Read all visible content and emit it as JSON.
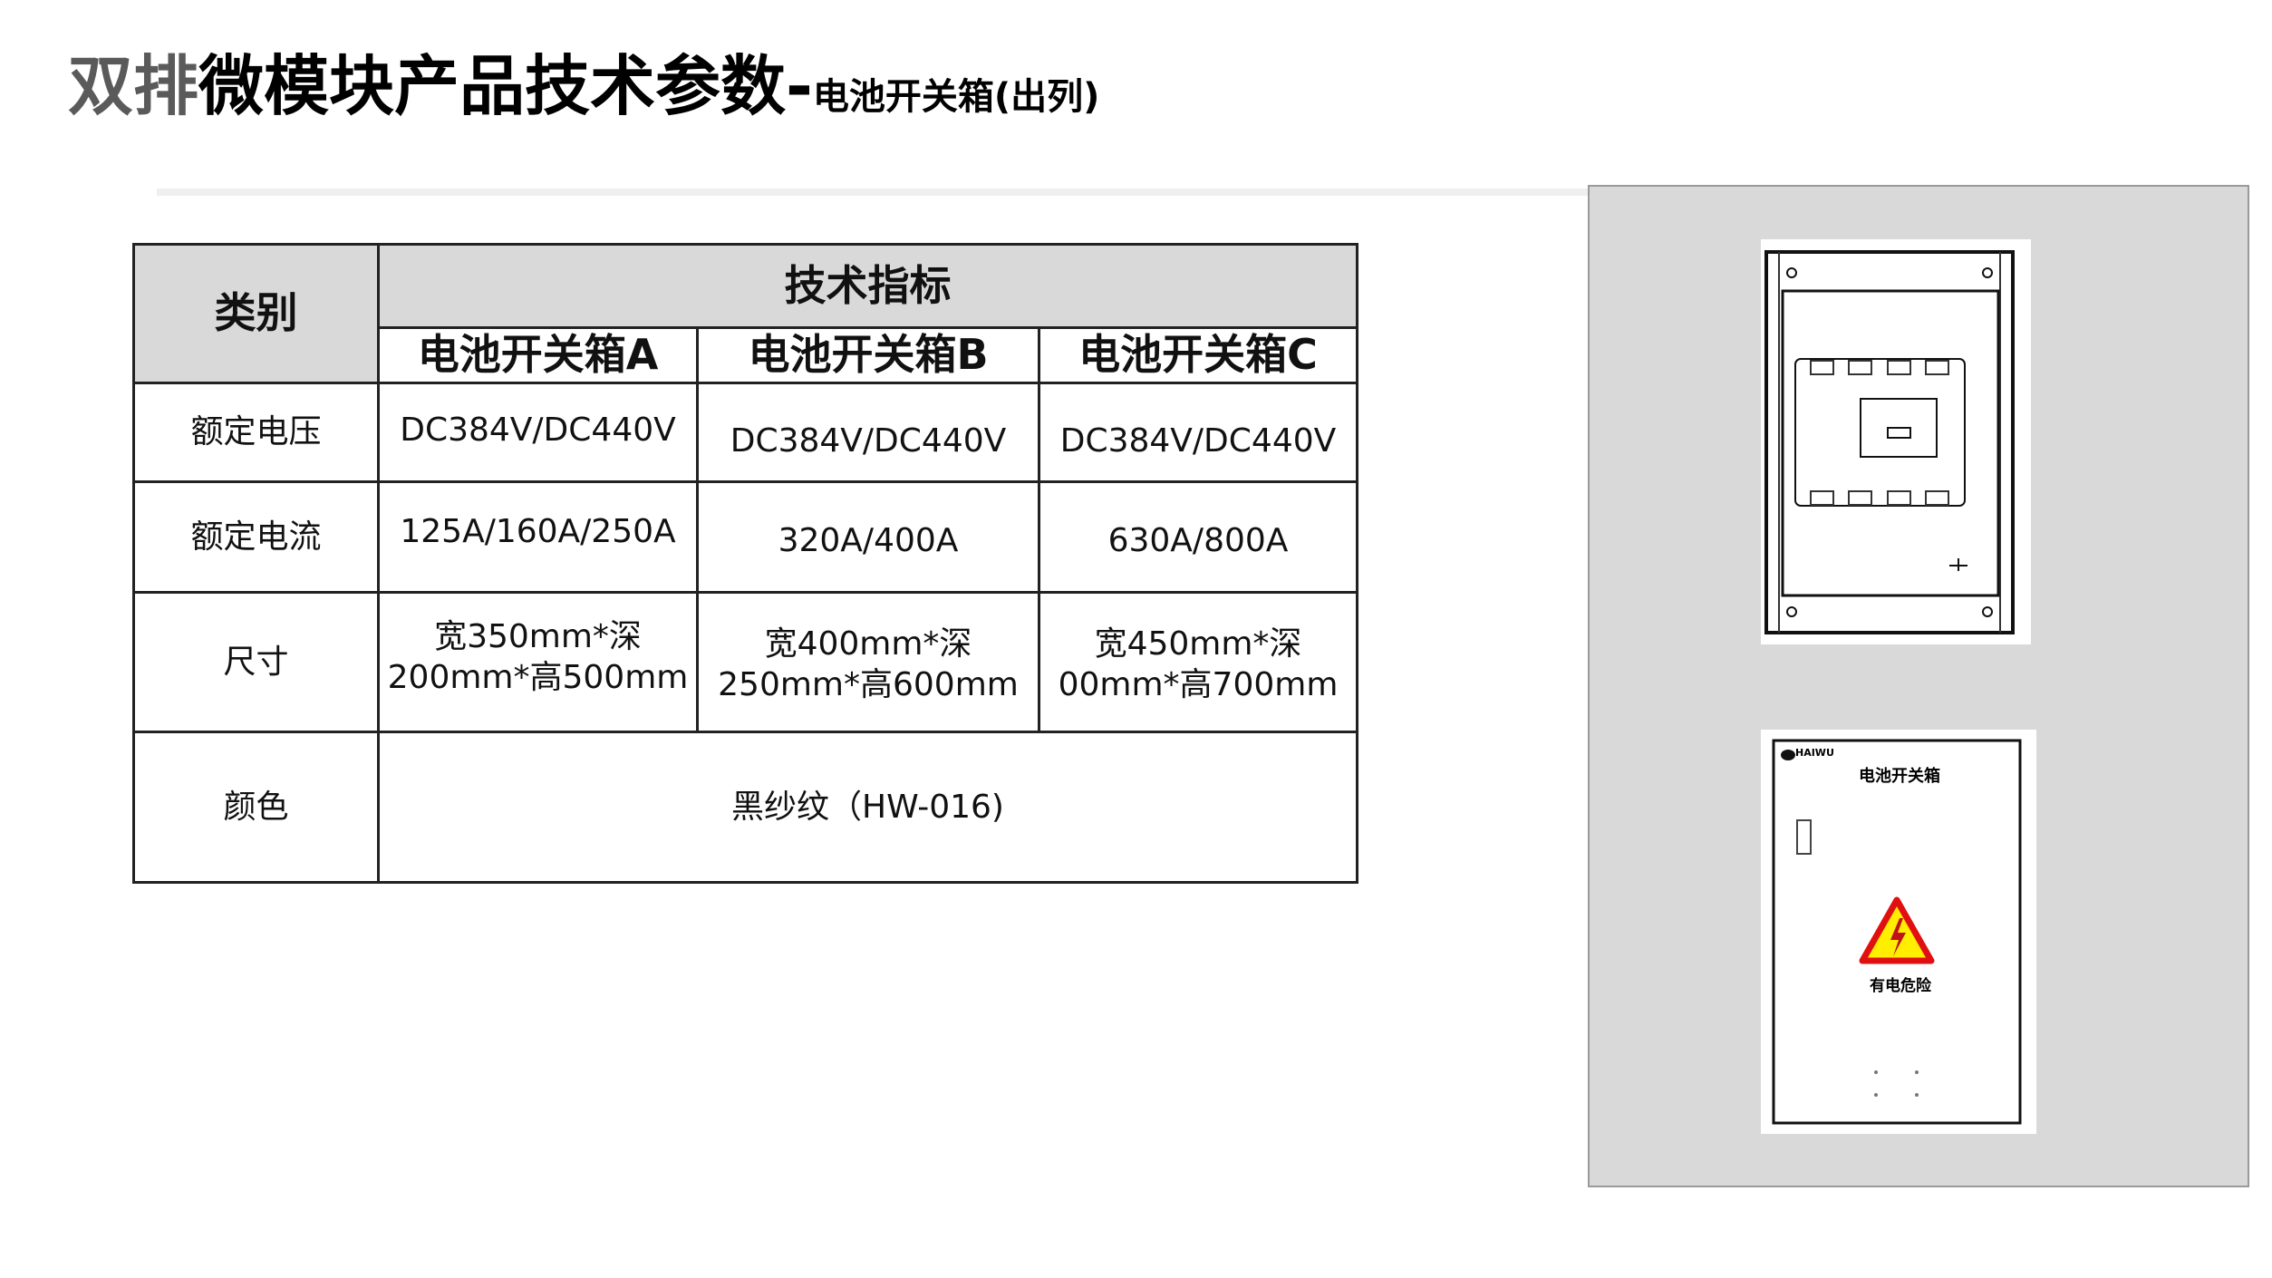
{
  "title": {
    "prefix": "双排",
    "main": "微模块产品技术参数-",
    "sub": "电池开关箱(出列)"
  },
  "table": {
    "category_header": "类别",
    "spec_header": "技术指标",
    "columns": [
      "电池开关箱A",
      "电池开关箱B",
      "电池开关箱C"
    ],
    "rows": [
      {
        "label": "额定电压",
        "values": [
          "DC384V/DC440V",
          "DC384V/DC440V",
          "DC384V/DC440V"
        ]
      },
      {
        "label": "额定电流",
        "values": [
          "125A/160A/250A",
          "320A/400A",
          "630A/800A"
        ]
      },
      {
        "label": "尺寸",
        "values": [
          [
            "宽350mm*深",
            "200mm*高500mm"
          ],
          [
            "宽400mm*深",
            "250mm*高600mm"
          ],
          [
            "宽450mm*深",
            "00mm*高700mm"
          ]
        ]
      },
      {
        "label": "颜色",
        "merged_value": "黑纱纹（HW-016)"
      }
    ]
  },
  "images": {
    "front_door": {
      "brand": "HAIWU",
      "label": "电池开关箱",
      "warning": "有电危险"
    }
  },
  "colors": {
    "header_bg": "#d9d9d9",
    "panel_bg": "#d9d9d9",
    "title_gray": "#5a5a5a"
  }
}
